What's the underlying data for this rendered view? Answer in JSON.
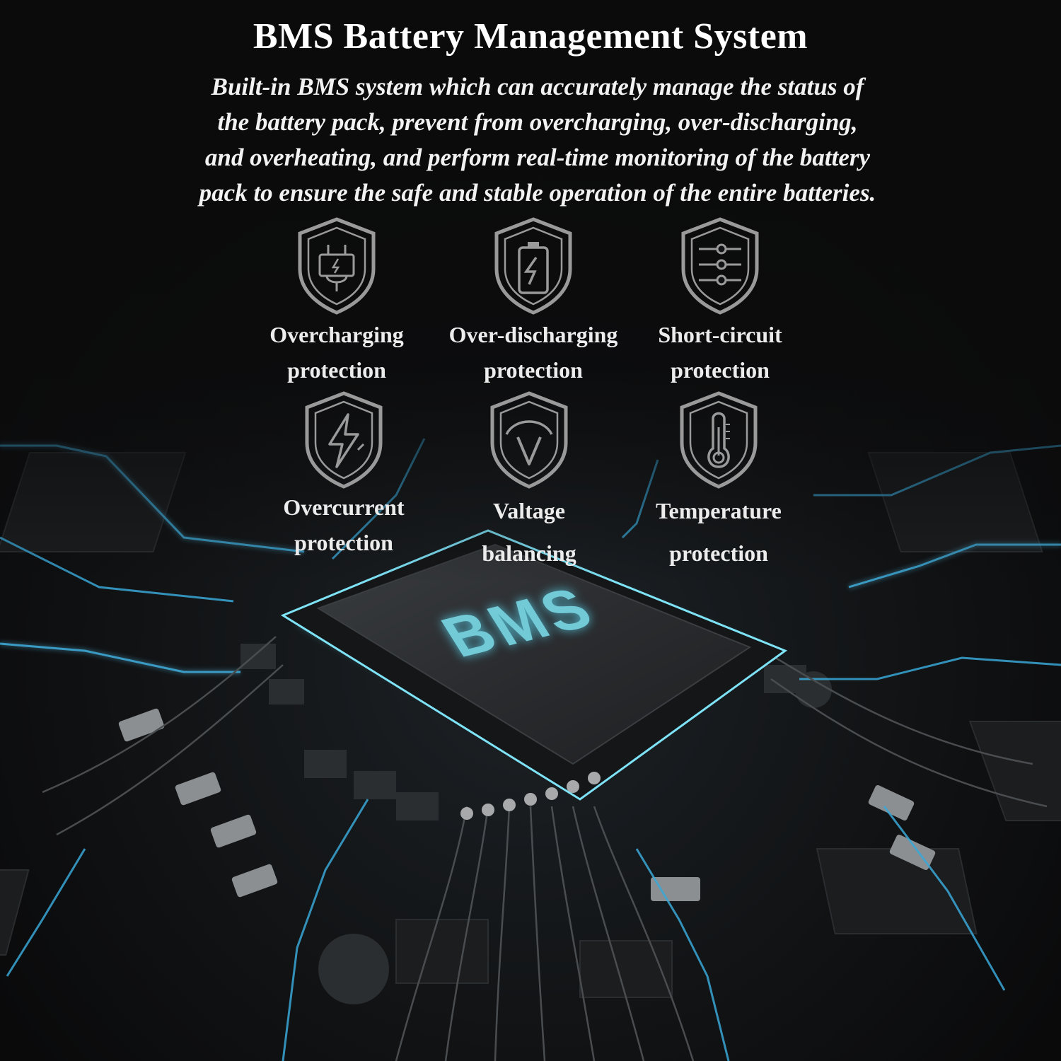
{
  "header": {
    "title": "BMS Battery Management System",
    "description_lines": [
      "Built-in BMS system which can accurately manage the status of",
      "the battery pack, prevent from overcharging, over-discharging,",
      "and overheating, and perform real-time monitoring of the battery",
      "pack to ensure the safe and stable operation of the entire batteries."
    ]
  },
  "features": [
    {
      "icon": "plug-shield-icon",
      "line1": "Overcharging",
      "line2": "protection"
    },
    {
      "icon": "battery-bolt-shield-icon",
      "line1": "Over-discharging",
      "line2": "protection"
    },
    {
      "icon": "sliders-shield-icon",
      "line1": "Short-circuit",
      "line2": "protection"
    },
    {
      "icon": "lightning-shield-icon",
      "line1": "Overcurrent",
      "line2": "protection"
    },
    {
      "icon": "gauge-shield-icon",
      "line1": "Valtage",
      "line2": "balancing"
    },
    {
      "icon": "thermometer-shield-icon",
      "line1": "Temperature",
      "line2": "protection"
    }
  ],
  "chip": {
    "label": "BMS"
  },
  "colors": {
    "background": "#0b0b0c",
    "glow": "#5ad6f0",
    "icon": "#9a9a9a",
    "text": "#ececec"
  }
}
